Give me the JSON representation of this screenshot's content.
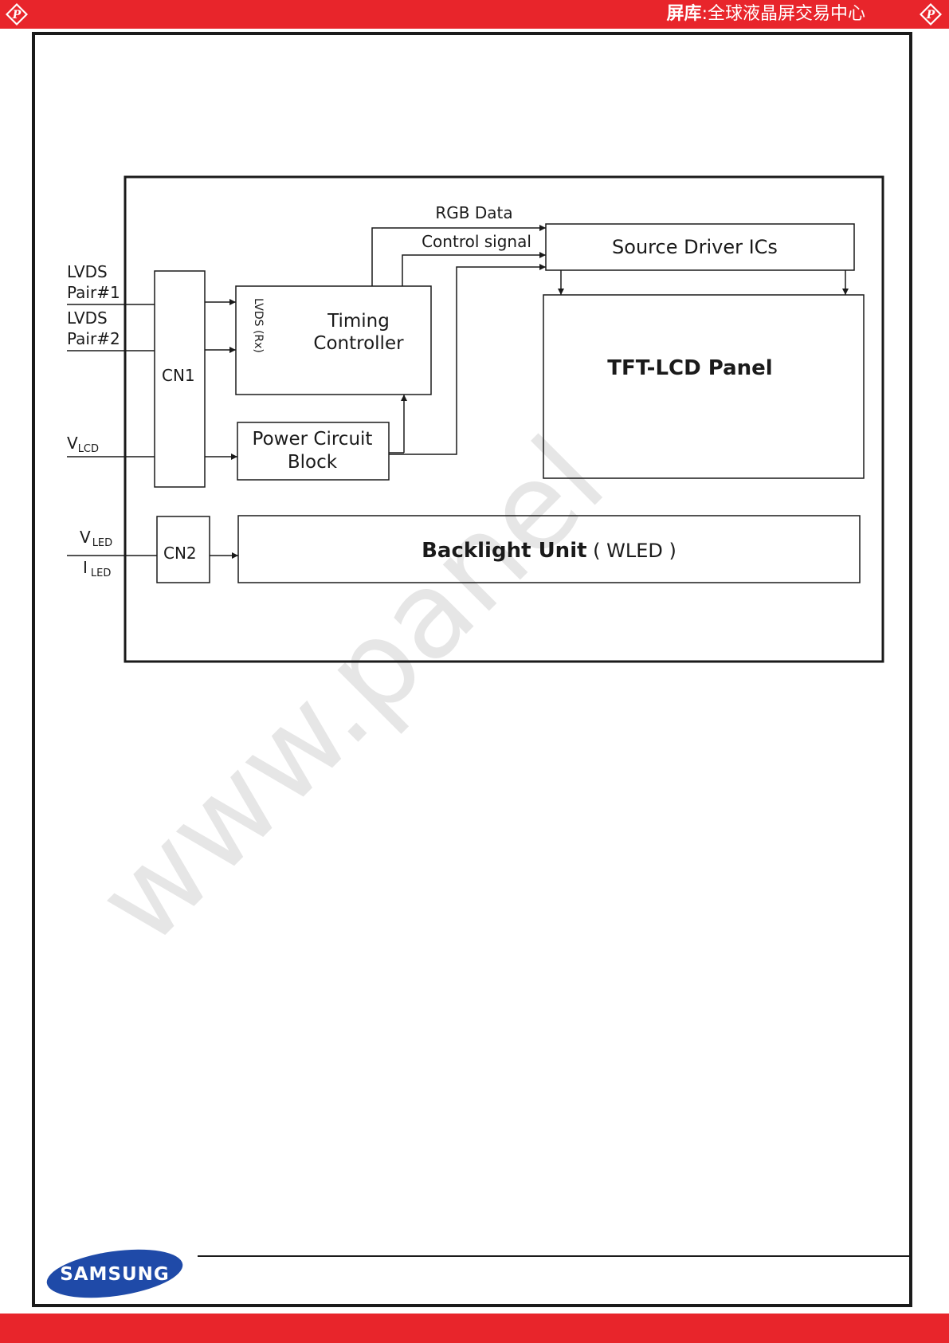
{
  "header": {
    "brand": "屏库",
    "separator": ":",
    "tagline": "全球液晶屏交易中心",
    "corner_mark": "P"
  },
  "footer": {
    "logo_text": "SAMSUNG"
  },
  "watermark": "www.panel",
  "diagram": {
    "inputs": {
      "lvds1_line1": "LVDS",
      "lvds1_line2": "Pair#1",
      "lvds2_line1": "LVDS",
      "lvds2_line2": "Pair#2",
      "vlcd_main": "V",
      "vlcd_sub": "LCD",
      "vled_main": "V",
      "vled_sub": "LED",
      "iled_main": "I",
      "iled_sub": "LED"
    },
    "blocks": {
      "cn1": "CN1",
      "cn2": "CN2",
      "lvds_rx": "LVDS (Rx)",
      "timing_line1": "Timing",
      "timing_line2": "Controller",
      "power_line1": "Power Circuit",
      "power_line2": "Block",
      "source_driver": "Source  Driver ICs",
      "panel": "TFT-LCD Panel",
      "backlight_bold": "Backlight Unit",
      "backlight_rest": " ( WLED )"
    },
    "signals": {
      "rgb": "RGB Data",
      "control": "Control signal"
    }
  }
}
